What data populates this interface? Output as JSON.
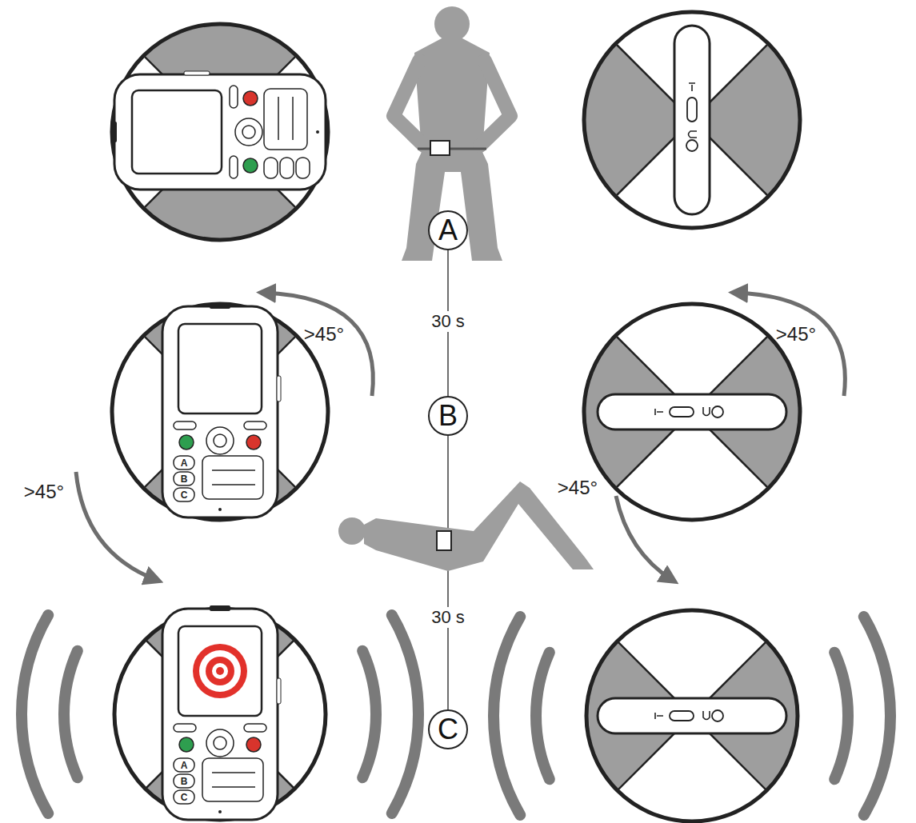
{
  "diagram": {
    "nodes": [
      {
        "text": [
          "A"
        ]
      },
      {
        "text": [
          "B"
        ]
      },
      {
        "text": [
          "C"
        ]
      }
    ],
    "edges": [
      {
        "from": 0,
        "to": 1,
        "arrow": "none",
        "label": "30 s"
      },
      {
        "from": 1,
        "to": 2,
        "arrow": "none",
        "label": "30 s"
      }
    ],
    "labels": [
      ">45°",
      ">45°",
      ">45°",
      ">45°",
      "A",
      "B",
      "C",
      "A",
      "B",
      "C"
    ]
  }
}
